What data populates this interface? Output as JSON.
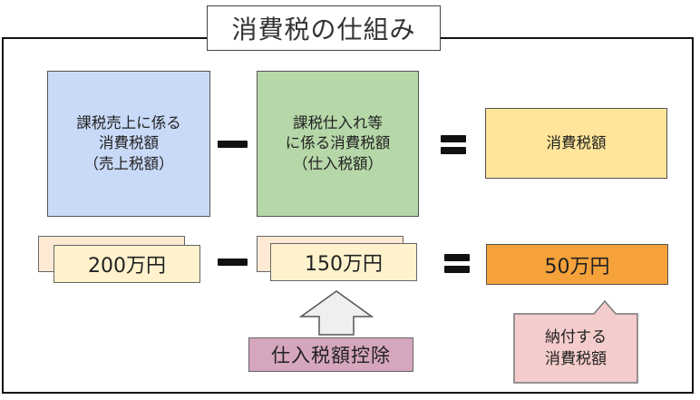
{
  "title": "消費税の仕組み",
  "formula": {
    "box1": "課税売上に係る\n消費税額\n（売上税額）",
    "box2": "課税仕入れ等\nに係る消費税額\n（仕入税額）",
    "box3": "消費税額"
  },
  "example": {
    "sales_tax": "200万円",
    "purchase_tax": "150万円",
    "result": "50万円"
  },
  "deduction_label": "仕入税額控除",
  "callout": "納付する\n消費税額",
  "colors": {
    "sales_box": "#c9daf8",
    "purchase_box": "#b6d7a8",
    "tax_box": "#ffe599",
    "result_box": "#f6a23a",
    "deduction_box": "#d5a6bd",
    "callout_box": "#f4cccc"
  }
}
